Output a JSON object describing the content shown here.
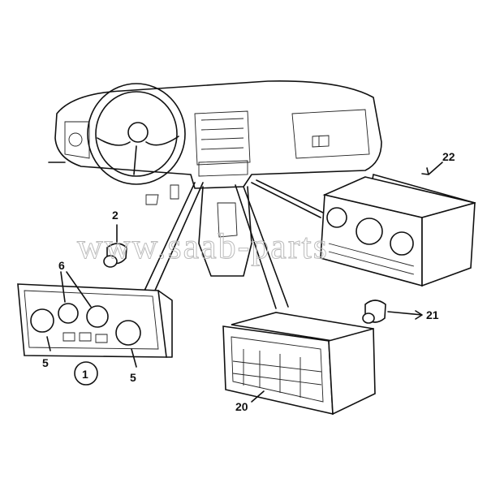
{
  "diagram": {
    "watermark": "www.saab-parts",
    "callouts": {
      "c1": "1",
      "c2": "2",
      "c5a": "5",
      "c5b": "5",
      "c6": "6",
      "c20": "20",
      "c21": "21",
      "c22": "22"
    }
  }
}
